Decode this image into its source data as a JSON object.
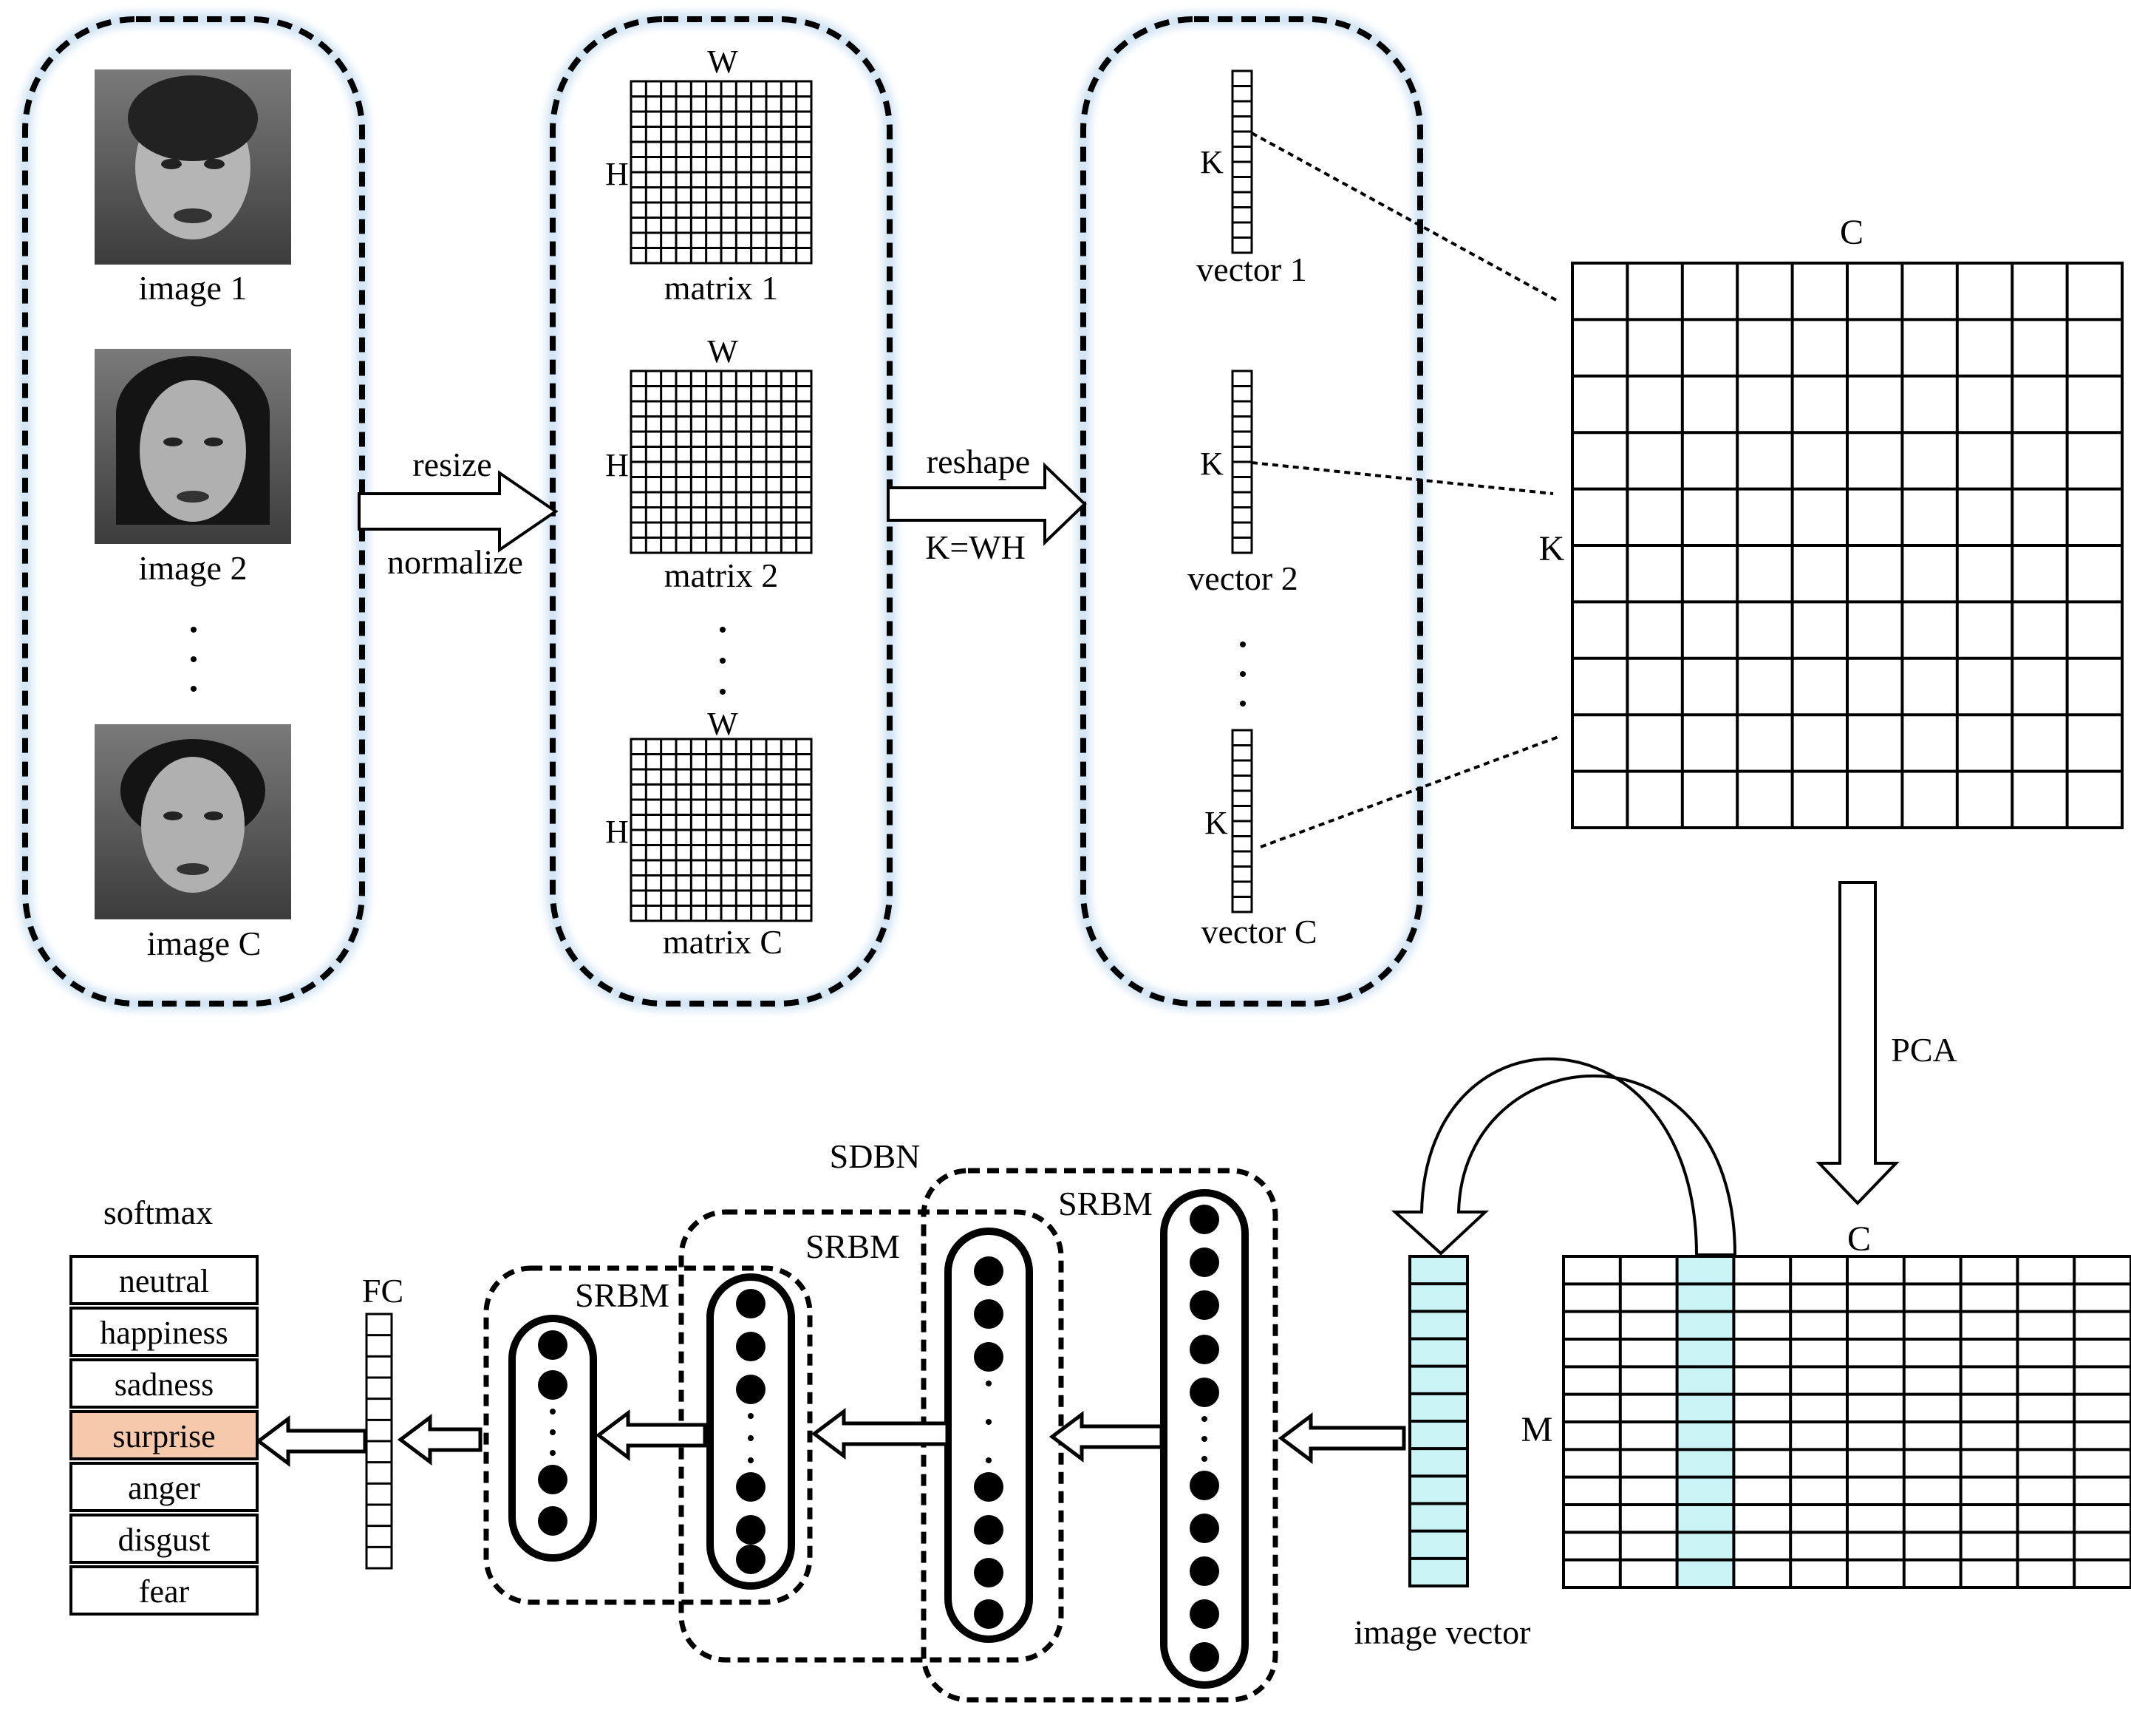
{
  "images": {
    "labels": [
      "image 1",
      "image 2",
      "image C"
    ]
  },
  "step1": {
    "top_label": "resize",
    "bottom_label": "normalize"
  },
  "matrices": {
    "labels": [
      "matrix 1",
      "matrix 2",
      "matrix C"
    ],
    "width_label": "W",
    "height_label": "H"
  },
  "step2": {
    "top_label": "reshape",
    "bottom_label": "K=WH"
  },
  "vectors": {
    "labels": [
      "vector 1",
      "vector 2",
      "vector C"
    ],
    "k_label": "K"
  },
  "data_matrix": {
    "col_label": "C",
    "row_label": "K",
    "cols": 10,
    "rows": 10
  },
  "pca": {
    "label": "PCA"
  },
  "reduced_matrix": {
    "col_label": "C",
    "row_label": "M",
    "cols": 10,
    "rows": 12,
    "highlight_col": 2,
    "highlight_color": "#c9f3f5"
  },
  "image_vector": {
    "label": "image vector",
    "color": "#c9f3f5"
  },
  "sdbn": {
    "label": "SDBN",
    "srbm_labels": [
      "SRBM",
      "SRBM",
      "SRBM"
    ]
  },
  "fc": {
    "label": "FC"
  },
  "softmax": {
    "title": "softmax",
    "classes": [
      "neutral",
      "happiness",
      "sadness",
      "surprise",
      "anger",
      "disgust",
      "fear"
    ],
    "highlight_index": 3,
    "highlight_color": "#f6c9ad"
  },
  "ellipsis": "·"
}
